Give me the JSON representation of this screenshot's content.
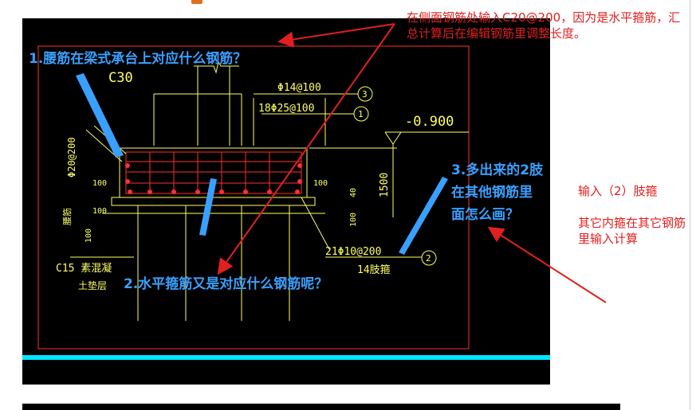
{
  "annotations": {
    "top_red_note": "在侧面钢筋处输入C20@200，因为是水平箍筋，汇总计算后在编辑钢筋里调整长度。",
    "q1": "1.腰筋在梁式承台上对应什么钢筋？",
    "q2": "2.水平箍筋又是对应什么钢筋呢？",
    "q3": "3.多出来的2肢在其他钢筋里面怎么画？",
    "right_note_1": "输入（2）肢箍",
    "right_note_2": "其它内箍在其它钢筋里输入计算"
  },
  "drawing": {
    "concrete_grade": "C30",
    "rebar_top_distrib": "Φ14@100",
    "rebar_main": "18Φ25@100",
    "label_1": "1",
    "label_2": "2",
    "label_3": "3",
    "elevation": "-0.900",
    "waist_bar": "Φ20@200",
    "waist_bar_label": "腰筋",
    "dim_100_a": "100",
    "dim_100_b": "100",
    "dim_100_c": "100",
    "dim_1500": "1500",
    "dim_40": "40",
    "dim_100_d": "100",
    "stirrup": "21Φ10@200",
    "stirrup_legs": "14肢箍",
    "pad_grade": "C15 素混凝",
    "pad_label": "土垫层"
  },
  "colors": {
    "red": "#e02020",
    "blue": "#3aa0ff",
    "cad_yellow": "#ffff66",
    "cad_red": "#ff3030",
    "cyan": "#00e5ff"
  }
}
